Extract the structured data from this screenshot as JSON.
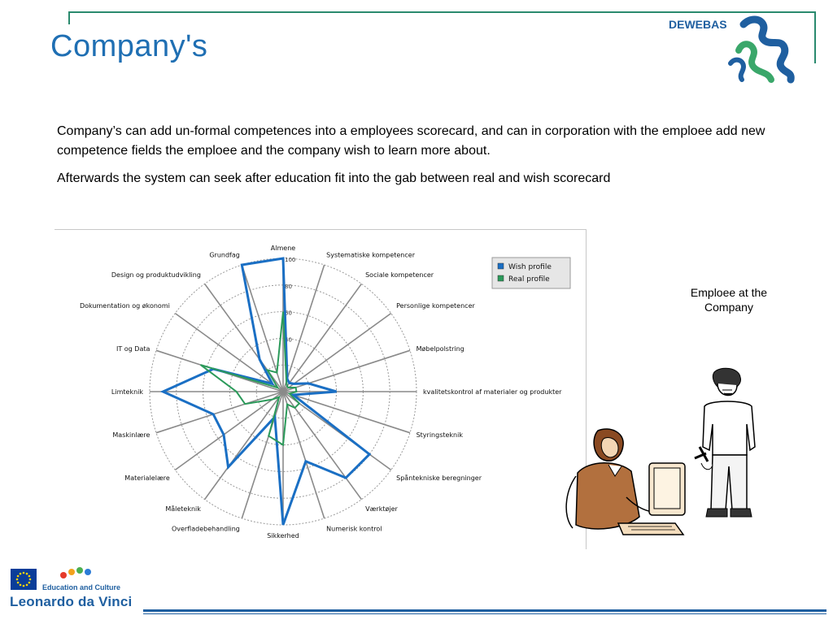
{
  "header": {
    "title": "Company's",
    "logo_text": "DEWEBAS"
  },
  "body": {
    "paragraph1": "Company’s can add un-formal competences into a employees scorecard, and can in corporation with the emploee add new competence fields the emploee and the company wish to learn more about.",
    "paragraph2": "Afterwards  the system can seek after education fit into the gab between real and wish scorecard"
  },
  "side_label": "Emploee at the Company",
  "footer": {
    "sub": "Education and Culture",
    "main": "Leonardo da Vinci"
  },
  "colors": {
    "title": "#1f6fb3",
    "wish": "#1a6fc4",
    "real": "#2b9a5a",
    "accent": "#2a8a6e"
  },
  "chart_data": {
    "type": "radar",
    "categories": [
      "Almene",
      "Systematiske kompetencer",
      "Sociale kompetencer",
      "Personlige kompetencer",
      "Møbelpolstring",
      "kvalitetskontrol af materialer og produkter",
      "Styringsteknik",
      "Spåntekniske beregninger",
      "Værktøjer",
      "Numerisk kontrol",
      "Sikkerhed",
      "Overfladebehandling",
      "Måleteknik",
      "Materialelære",
      "Maskinlære",
      "Limteknik",
      "IT og Data",
      "Dokumentation og økonomi",
      "Design og produktudvikling",
      "Grundfag"
    ],
    "ticks": [
      "100",
      "80",
      "60",
      "40"
    ],
    "rmax": 100,
    "series": [
      {
        "name": "Wish profile",
        "values": [
          100,
          10,
          8,
          10,
          20,
          40,
          8,
          80,
          80,
          55,
          100,
          20,
          70,
          55,
          55,
          90,
          55,
          10,
          30,
          100
        ]
      },
      {
        "name": "Real profile",
        "values": [
          60,
          8,
          5,
          5,
          10,
          10,
          5,
          15,
          15,
          10,
          40,
          35,
          5,
          10,
          30,
          35,
          65,
          5,
          20,
          15
        ]
      }
    ],
    "legend": "top-right"
  }
}
